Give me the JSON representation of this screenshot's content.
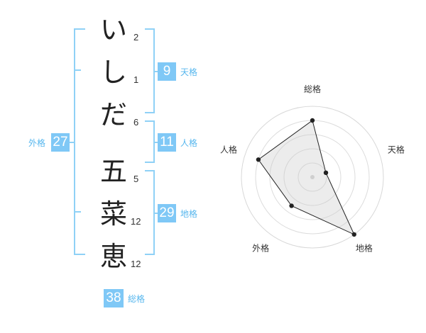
{
  "name": {
    "characters": [
      "い",
      "し",
      "だ",
      "五",
      "菜",
      "恵"
    ],
    "stroke_counts": [
      "2",
      "1",
      "6",
      "5",
      "12",
      "12"
    ]
  },
  "fortune": {
    "tenkaku": {
      "value": "9",
      "label": "天格"
    },
    "jinkaku": {
      "value": "11",
      "label": "人格"
    },
    "chikaku": {
      "value": "29",
      "label": "地格"
    },
    "gaikaku": {
      "value": "27",
      "label": "外格"
    },
    "soukaku": {
      "value": "38",
      "label": "総格"
    }
  },
  "colors": {
    "accent": "#7fc8f6",
    "bracket": "#8fd1f6",
    "label": "#57b7ee"
  },
  "chart_data": {
    "type": "radar",
    "axes": [
      "総格",
      "天格",
      "地格",
      "外格",
      "人格"
    ],
    "max": 5,
    "rings": 5,
    "values": [
      4,
      1,
      5,
      2.5,
      4
    ]
  }
}
